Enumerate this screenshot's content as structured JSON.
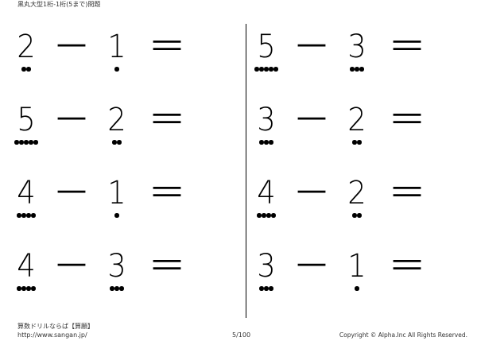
{
  "header": {
    "title": "黒丸大型1桁-1桁(5まで)問題"
  },
  "problems": [
    {
      "a": "2",
      "a_dots": 2,
      "op": "－",
      "b": "1",
      "b_dots": 1,
      "eq": "＝"
    },
    {
      "a": "5",
      "a_dots": 5,
      "op": "－",
      "b": "2",
      "b_dots": 2,
      "eq": "＝"
    },
    {
      "a": "4",
      "a_dots": 4,
      "op": "－",
      "b": "1",
      "b_dots": 1,
      "eq": "＝"
    },
    {
      "a": "4",
      "a_dots": 4,
      "op": "－",
      "b": "3",
      "b_dots": 3,
      "eq": "＝"
    },
    {
      "a": "5",
      "a_dots": 5,
      "op": "－",
      "b": "3",
      "b_dots": 3,
      "eq": "＝"
    },
    {
      "a": "3",
      "a_dots": 3,
      "op": "－",
      "b": "2",
      "b_dots": 2,
      "eq": "＝"
    },
    {
      "a": "4",
      "a_dots": 4,
      "op": "－",
      "b": "2",
      "b_dots": 2,
      "eq": "＝"
    },
    {
      "a": "3",
      "a_dots": 3,
      "op": "－",
      "b": "1",
      "b_dots": 1,
      "eq": "＝"
    }
  ],
  "footer": {
    "site_name": "算数ドリルならば【算願】",
    "url": "http://www.sangan.jp/",
    "page": "5/100",
    "copyright": "Copyright © Alpha.Inc All Rights Reserved."
  }
}
